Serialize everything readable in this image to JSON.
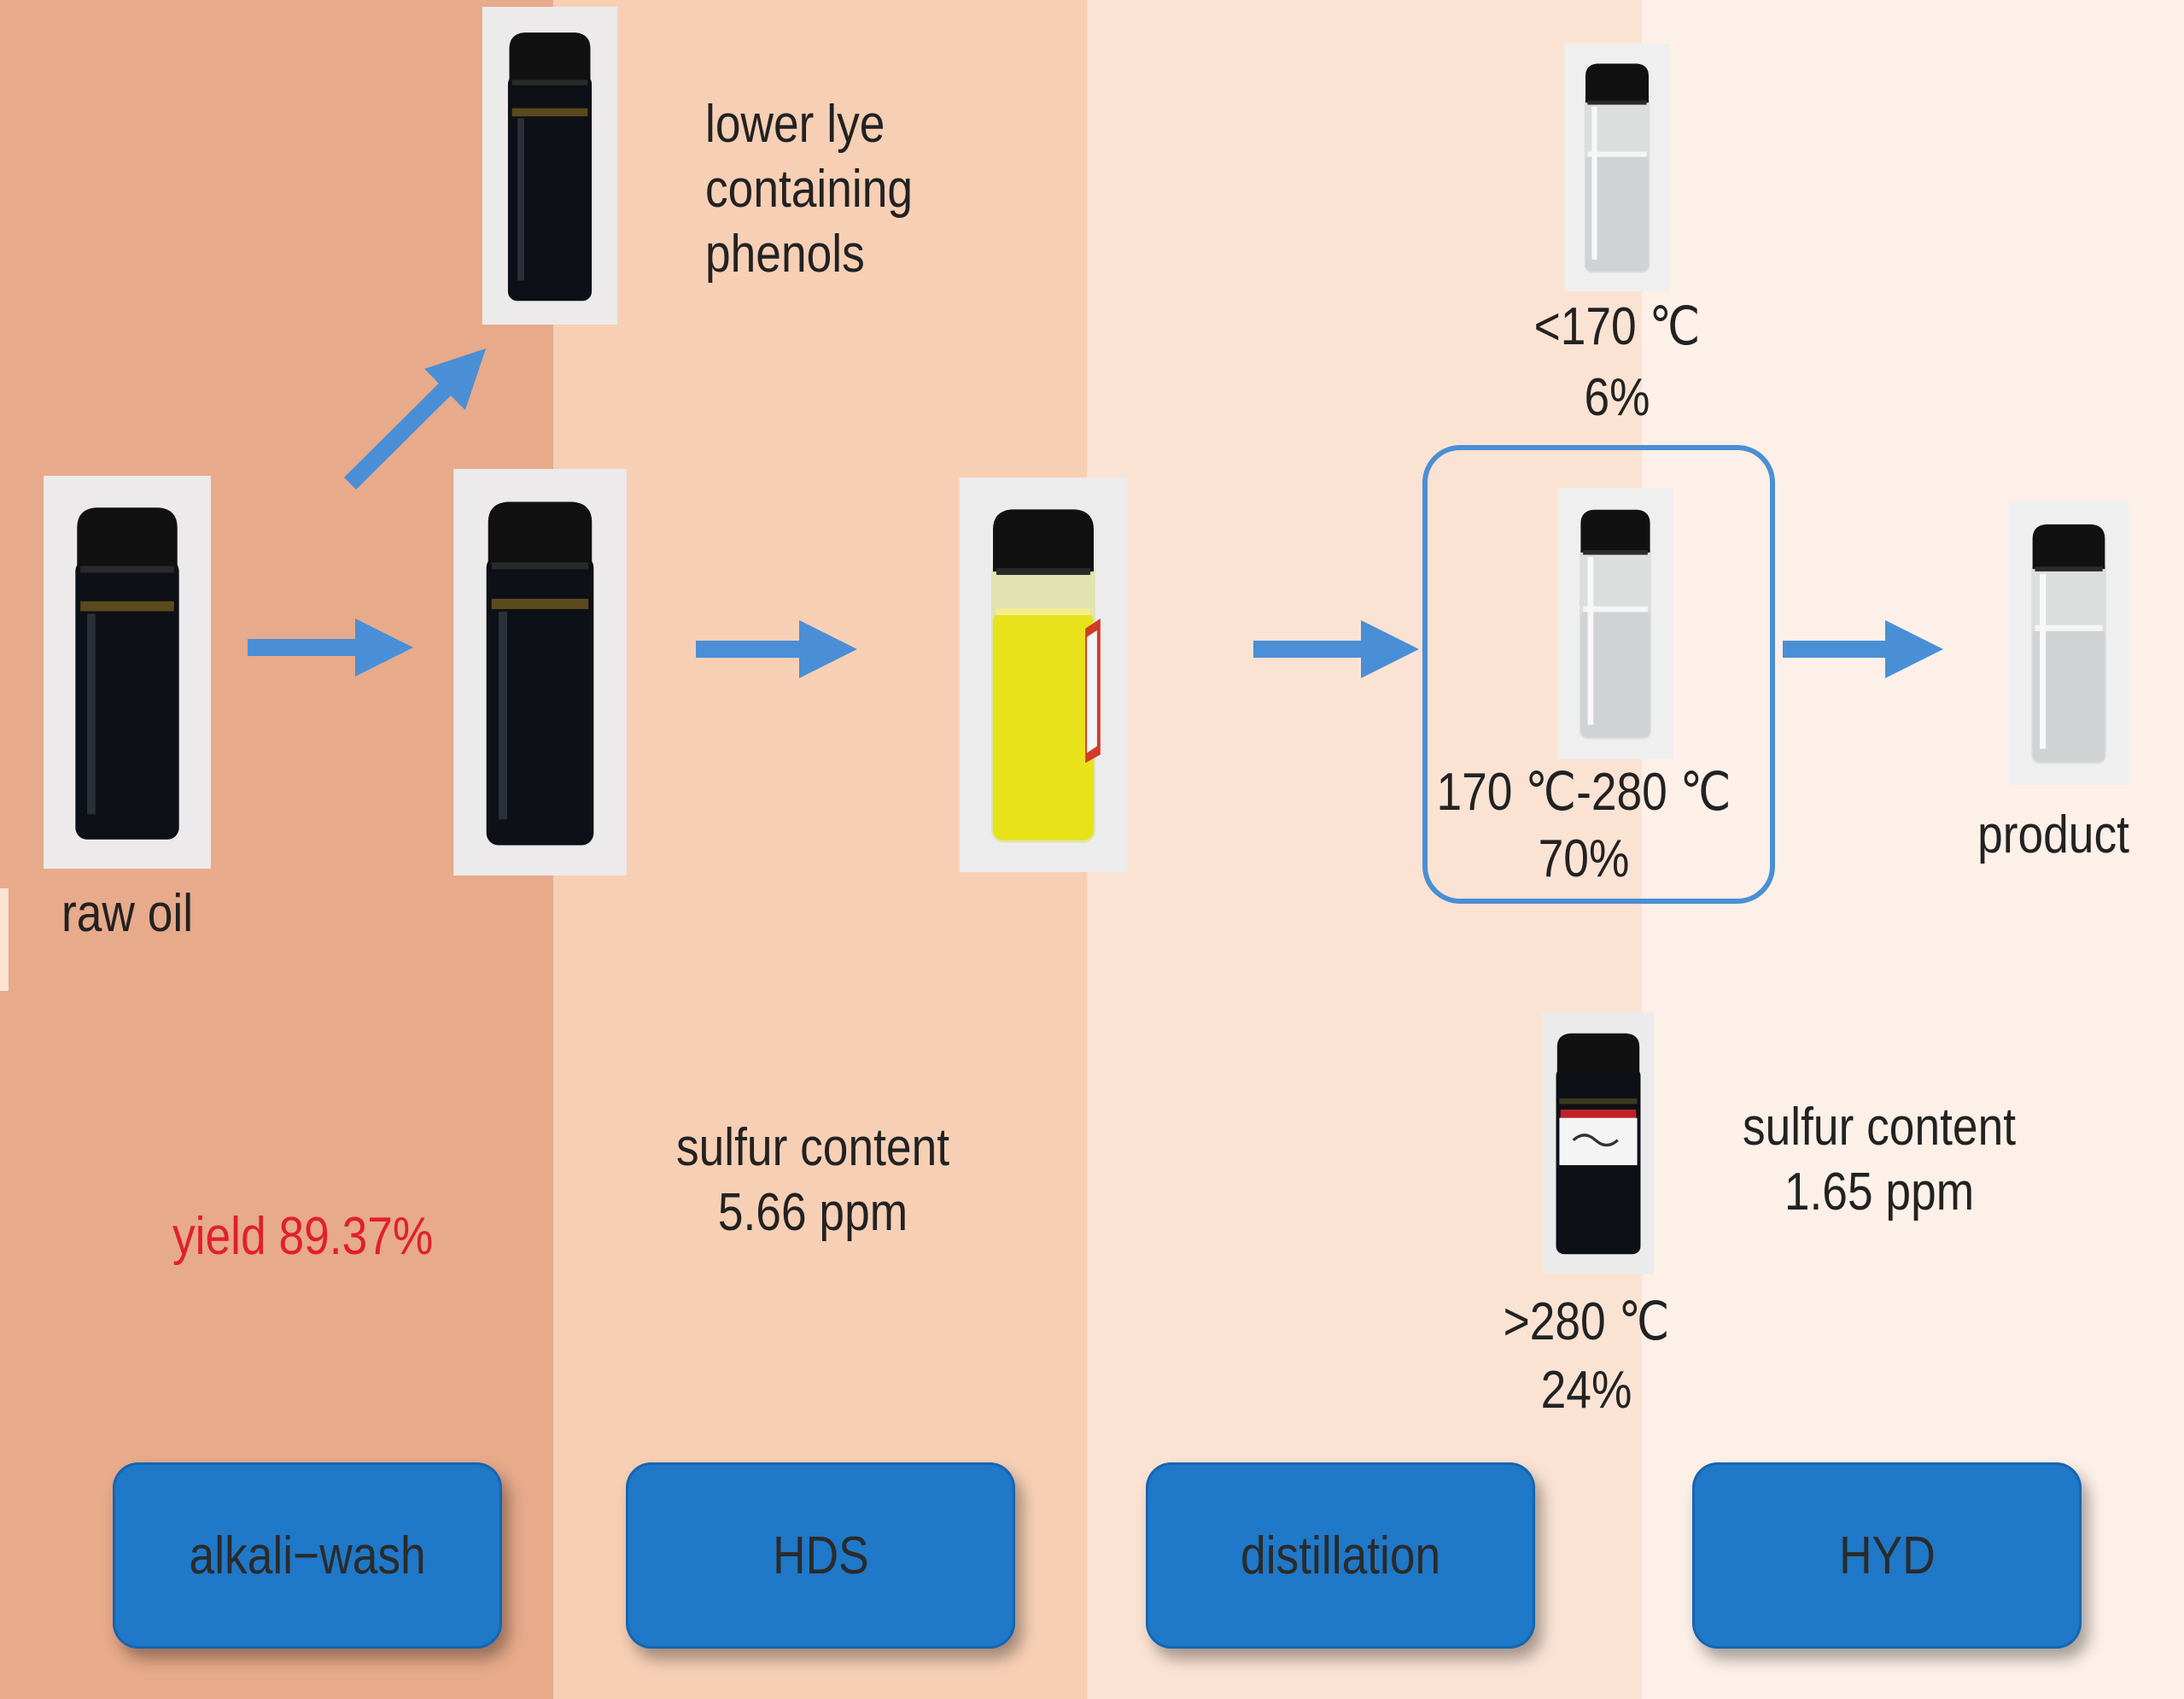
{
  "colors": {
    "band_alkali": "#e7aa8a",
    "band_hds": "#f7cfb5",
    "band_distillation": "#fbe3d4",
    "band_hyd": "#fdf0e8",
    "arrow": "#4a8fd6",
    "stage_button": "#1f78c8",
    "highlight_box": "#4a8fd6",
    "yield_text": "#e0202a"
  },
  "samples": {
    "raw_oil": {
      "label": "raw oil",
      "liquid": "dark"
    },
    "lower_lye": {
      "label_lines": [
        "lower lye",
        "containing",
        "phenols"
      ],
      "liquid": "dark"
    },
    "washed_oil": {
      "liquid": "dark"
    },
    "hds_oil": {
      "liquid": "yellow"
    },
    "fraction_light": {
      "temp": "<170 ℃",
      "percent": "6%",
      "liquid": "clear"
    },
    "fraction_middle": {
      "temp": "170 ℃-280 ℃",
      "percent": "70%",
      "liquid": "clear"
    },
    "fraction_heavy": {
      "temp": ">280 ℃",
      "percent": "24%",
      "liquid": "dark"
    },
    "product": {
      "label": "product",
      "liquid": "clear"
    }
  },
  "annotations": {
    "yield": "yield 89.37%",
    "hds_sulfur_label": "sulfur content",
    "hds_sulfur_value": "5.66 ppm",
    "hyd_sulfur_label": "sulfur content",
    "hyd_sulfur_value": "1.65 ppm"
  },
  "stages": [
    "alkali−wash",
    "HDS",
    "distillation",
    "HYD"
  ],
  "icons": [
    "arrow-right-icon",
    "arrow-up-right-icon",
    "vial-icon"
  ]
}
